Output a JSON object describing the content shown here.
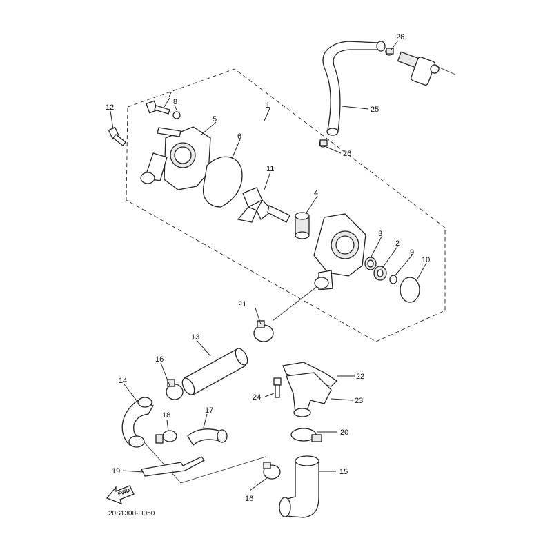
{
  "diagram": {
    "code": "20S1300-H050",
    "fwd_label": "FWD",
    "callouts": [
      {
        "id": "c1",
        "label": "1"
      },
      {
        "id": "c2",
        "label": "2"
      },
      {
        "id": "c3",
        "label": "3"
      },
      {
        "id": "c4",
        "label": "4"
      },
      {
        "id": "c5",
        "label": "5"
      },
      {
        "id": "c6",
        "label": "6"
      },
      {
        "id": "c7",
        "label": "7"
      },
      {
        "id": "c8",
        "label": "8"
      },
      {
        "id": "c9",
        "label": "9"
      },
      {
        "id": "c10",
        "label": "10"
      },
      {
        "id": "c11",
        "label": "11"
      },
      {
        "id": "c12",
        "label": "12"
      },
      {
        "id": "c13",
        "label": "13"
      },
      {
        "id": "c14",
        "label": "14"
      },
      {
        "id": "c15",
        "label": "15"
      },
      {
        "id": "c16a",
        "label": "16"
      },
      {
        "id": "c16b",
        "label": "16"
      },
      {
        "id": "c17",
        "label": "17"
      },
      {
        "id": "c18",
        "label": "18"
      },
      {
        "id": "c19",
        "label": "19"
      },
      {
        "id": "c20",
        "label": "20"
      },
      {
        "id": "c21",
        "label": "21"
      },
      {
        "id": "c22",
        "label": "22"
      },
      {
        "id": "c23",
        "label": "23"
      },
      {
        "id": "c24",
        "label": "24"
      },
      {
        "id": "c25",
        "label": "25"
      },
      {
        "id": "c26a",
        "label": "26"
      },
      {
        "id": "c26b",
        "label": "26"
      }
    ]
  }
}
